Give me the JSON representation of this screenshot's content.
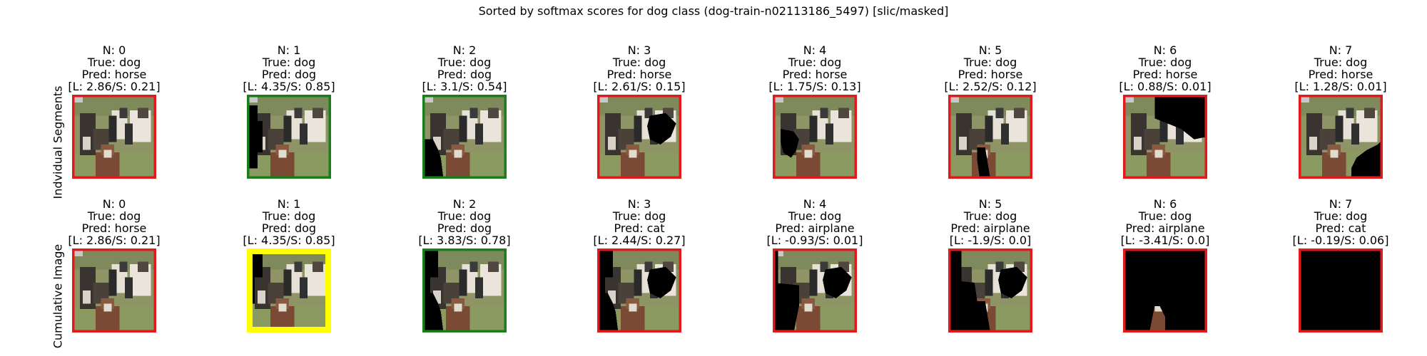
{
  "title": "Sorted by softmax scores for dog class (dog-train-n02113186_5497) [slic/masked]",
  "row_labels": [
    "Indvidual Segments",
    "Cumulative Image"
  ],
  "colors": {
    "wrong": "#e31a1c",
    "correct": "#1a7f1a",
    "best": "#ffff00"
  },
  "chart_data": {
    "type": "image-grid",
    "title": "Sorted by softmax scores for dog class (dog-train-n02113186_5497) [slic/masked]",
    "rows": [
      {
        "label": "Indvidual Segments",
        "panels": [
          {
            "n": "N: 0",
            "true_label": "True: dog",
            "pred_label": "Pred: horse",
            "scores": "[L: 2.86/S: 0.21]",
            "border": "wrong",
            "logit": 2.86,
            "softmax": 0.21
          },
          {
            "n": "N: 1",
            "true_label": "True: dog",
            "pred_label": "Pred: dog",
            "scores": "[L: 4.35/S: 0.85]",
            "border": "correct",
            "logit": 4.35,
            "softmax": 0.85
          },
          {
            "n": "N: 2",
            "true_label": "True: dog",
            "pred_label": "Pred: dog",
            "scores": "[L: 3.1/S: 0.54]",
            "border": "correct",
            "logit": 3.1,
            "softmax": 0.54
          },
          {
            "n": "N: 3",
            "true_label": "True: dog",
            "pred_label": "Pred: horse",
            "scores": "[L: 2.61/S: 0.15]",
            "border": "wrong",
            "logit": 2.61,
            "softmax": 0.15
          },
          {
            "n": "N: 4",
            "true_label": "True: dog",
            "pred_label": "Pred: horse",
            "scores": "[L: 1.75/S: 0.13]",
            "border": "wrong",
            "logit": 1.75,
            "softmax": 0.13
          },
          {
            "n": "N: 5",
            "true_label": "True: dog",
            "pred_label": "Pred: horse",
            "scores": "[L: 2.52/S: 0.12]",
            "border": "wrong",
            "logit": 2.52,
            "softmax": 0.12
          },
          {
            "n": "N: 6",
            "true_label": "True: dog",
            "pred_label": "Pred: horse",
            "scores": "[L: 0.88/S: 0.01]",
            "border": "wrong",
            "logit": 0.88,
            "softmax": 0.01
          },
          {
            "n": "N: 7",
            "true_label": "True: dog",
            "pred_label": "Pred: horse",
            "scores": "[L: 1.28/S: 0.01]",
            "border": "wrong",
            "logit": 1.28,
            "softmax": 0.01
          }
        ]
      },
      {
        "label": "Cumulative Image",
        "panels": [
          {
            "n": "N: 0",
            "true_label": "True: dog",
            "pred_label": "Pred: horse",
            "scores": "[L: 2.86/S: 0.21]",
            "border": "wrong",
            "logit": 2.86,
            "softmax": 0.21
          },
          {
            "n": "N: 1",
            "true_label": "True: dog",
            "pred_label": "Pred: dog",
            "scores": "[L: 4.35/S: 0.85]",
            "border": "best",
            "logit": 4.35,
            "softmax": 0.85
          },
          {
            "n": "N: 2",
            "true_label": "True: dog",
            "pred_label": "Pred: dog",
            "scores": "[L: 3.83/S: 0.78]",
            "border": "correct",
            "logit": 3.83,
            "softmax": 0.78
          },
          {
            "n": "N: 3",
            "true_label": "True: dog",
            "pred_label": "Pred: cat",
            "scores": "[L: 2.44/S: 0.27]",
            "border": "wrong",
            "logit": 2.44,
            "softmax": 0.27
          },
          {
            "n": "N: 4",
            "true_label": "True: dog",
            "pred_label": "Pred: airplane",
            "scores": "[L: -0.93/S: 0.01]",
            "border": "wrong",
            "logit": -0.93,
            "softmax": 0.01
          },
          {
            "n": "N: 5",
            "true_label": "True: dog",
            "pred_label": "Pred: airplane",
            "scores": "[L: -1.9/S: 0.0]",
            "border": "wrong",
            "logit": -1.9,
            "softmax": 0.0
          },
          {
            "n": "N: 6",
            "true_label": "True: dog",
            "pred_label": "Pred: airplane",
            "scores": "[L: -3.41/S: 0.0]",
            "border": "wrong",
            "logit": -3.41,
            "softmax": 0.0
          },
          {
            "n": "N: 7",
            "true_label": "True: dog",
            "pred_label": "Pred: cat",
            "scores": "[L: -0.19/S: 0.06]",
            "border": "wrong",
            "logit": -0.19,
            "softmax": 0.06
          }
        ]
      }
    ]
  }
}
